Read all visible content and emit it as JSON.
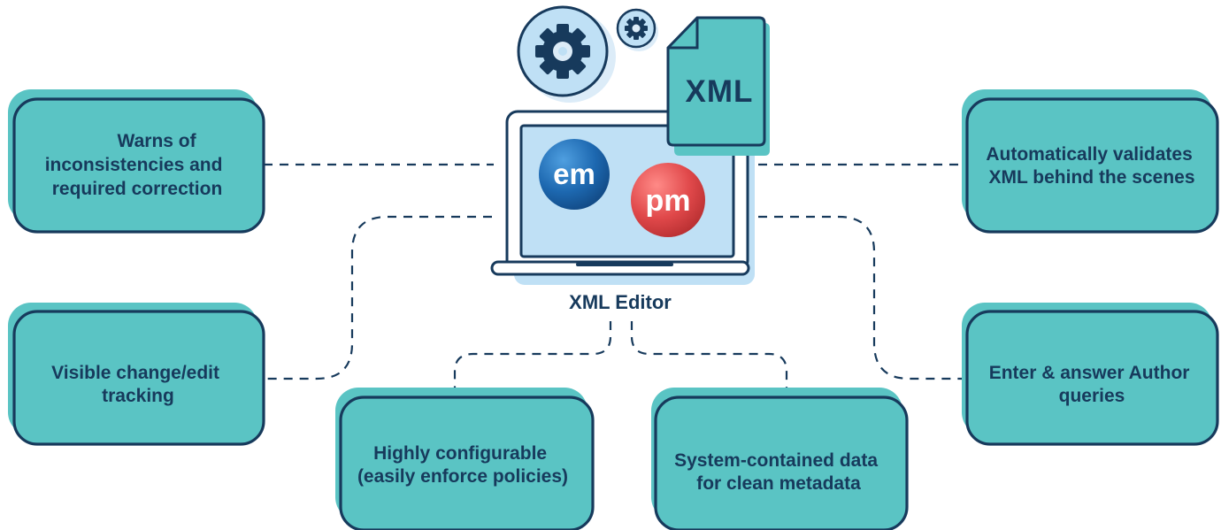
{
  "center": {
    "title": "XML Editor",
    "doc_label": "XML",
    "badge_em": "em",
    "badge_pm": "pm"
  },
  "features": [
    {
      "id": "warns",
      "lines": [
        "Warns of",
        "inconsistencies and",
        "required correction"
      ]
    },
    {
      "id": "validates",
      "lines": [
        "Automatically validates",
        "XML behind the scenes"
      ]
    },
    {
      "id": "tracking",
      "lines": [
        "Visible change/edit",
        "tracking"
      ]
    },
    {
      "id": "queries",
      "lines": [
        "Enter & answer Author",
        "queries"
      ]
    },
    {
      "id": "configurable",
      "lines": [
        "Highly configurable",
        "(easily enforce policies)"
      ]
    },
    {
      "id": "metadata",
      "lines": [
        "System-contained data",
        "for clean metadata"
      ]
    }
  ],
  "icons": {
    "large_gear": "gear-icon",
    "small_gear": "gear-icon",
    "document": "xml-document-icon",
    "laptop": "laptop-icon"
  },
  "colors": {
    "navy": "#173a5c",
    "teal": "#5ac4c4",
    "light_blue": "#bfe0f5",
    "em_blue": "#1d68b0",
    "pm_red": "#e0484a"
  }
}
